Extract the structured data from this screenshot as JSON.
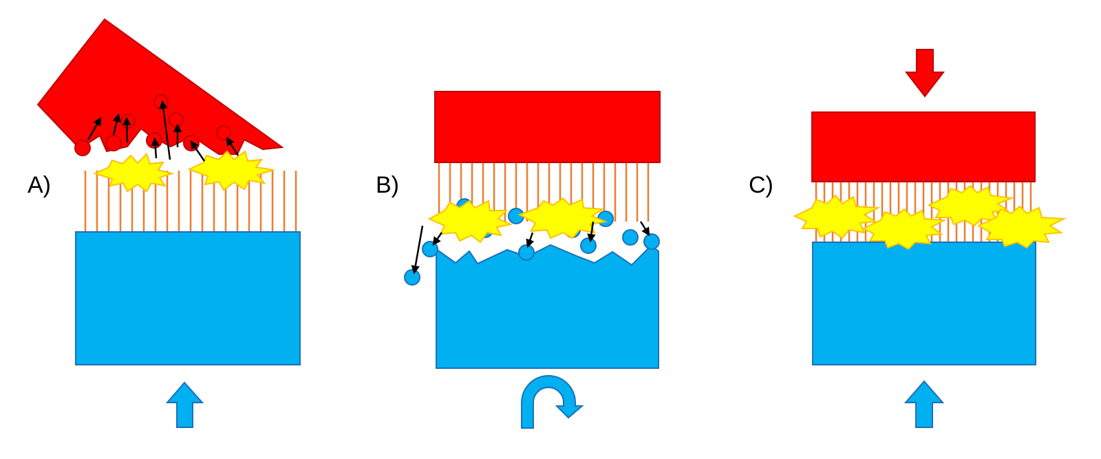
{
  "panels": [
    {
      "id": "A",
      "label": "A)"
    },
    {
      "id": "B",
      "label": "B)"
    },
    {
      "id": "C",
      "label": "C)"
    }
  ],
  "colors": {
    "top_block": "#ff0000",
    "top_block_stroke": "#c00000",
    "bottom_block": "#00b0f0",
    "bottom_block_stroke": "#1f6fb8",
    "bristle": "#ed7d31",
    "spark_fill": "#ffff00",
    "spark_stroke": "#ffc000",
    "arrow": "#000000"
  },
  "icons": {
    "up_arrow": "up-arrow-icon",
    "down_arrow": "down-arrow-icon",
    "rotate_arrow": "rotate-arrow-icon",
    "spark": "spark-burst-icon"
  }
}
